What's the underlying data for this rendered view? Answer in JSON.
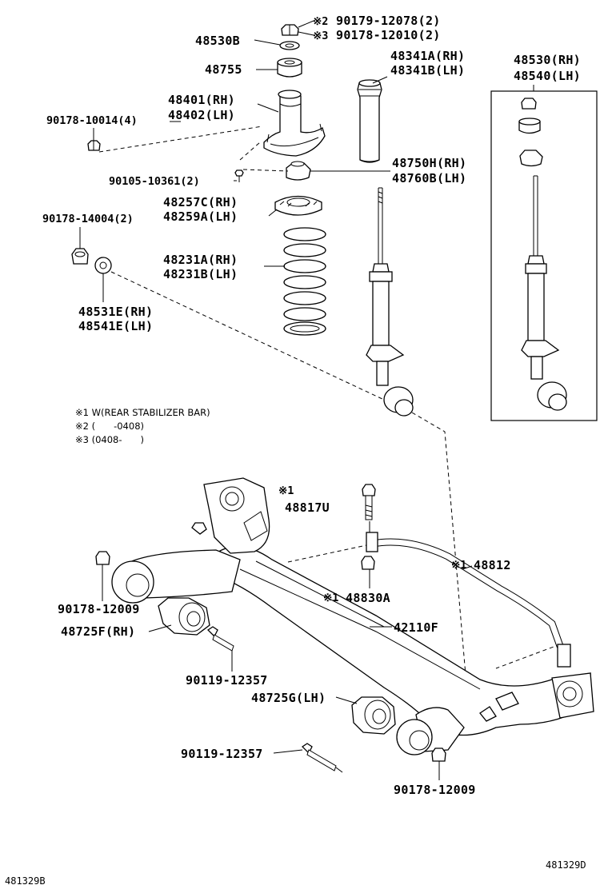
{
  "labels": {
    "p48530B": "48530B",
    "p48755": "48755",
    "n90179": "90179-12078(2)",
    "n90178a": "90178-12010(2)",
    "mark2": "※2",
    "mark3": "※3",
    "p48341A": "48341A(RH)",
    "p48341B": "48341B(LH)",
    "p48530RH": "48530(RH)",
    "p48540LH": "48540(LH)",
    "p48401": "48401(RH)",
    "p48402": "48402(LH)",
    "n90178_10014": "90178-10014(4)",
    "p48750H": "48750H(RH)",
    "p48760B": "48760B(LH)",
    "n90105": "90105-10361(2)",
    "p48257C": "48257C(RH)",
    "p48259A": "48259A(LH)",
    "n90178_14004": "90178-14004(2)",
    "p48231A": "48231A(RH)",
    "p48231B": "48231B(LH)",
    "p48531E": "48531E(RH)",
    "p48541E": "48541E(LH)",
    "mark1a": "※1",
    "p48817U": "48817U",
    "mark1b": "※1",
    "p48812": "48812",
    "mark1c": "※1",
    "p48830A": "48830A",
    "n90178_12009a": "90178-12009",
    "p48725F": "48725F(RH)",
    "p42110F": "42110F",
    "n90119a": "90119-12357",
    "p48725G": "48725G(LH)",
    "n90119b": "90119-12357",
    "n90178_12009b": "90178-12009"
  },
  "notes": {
    "n1": "※1 W(REAR STABILIZER BAR)",
    "n2": "※2 (　　-0408)",
    "n3": "※3 (0408-　　)"
  },
  "corner": {
    "left": "481329B",
    "right": "481329D"
  }
}
